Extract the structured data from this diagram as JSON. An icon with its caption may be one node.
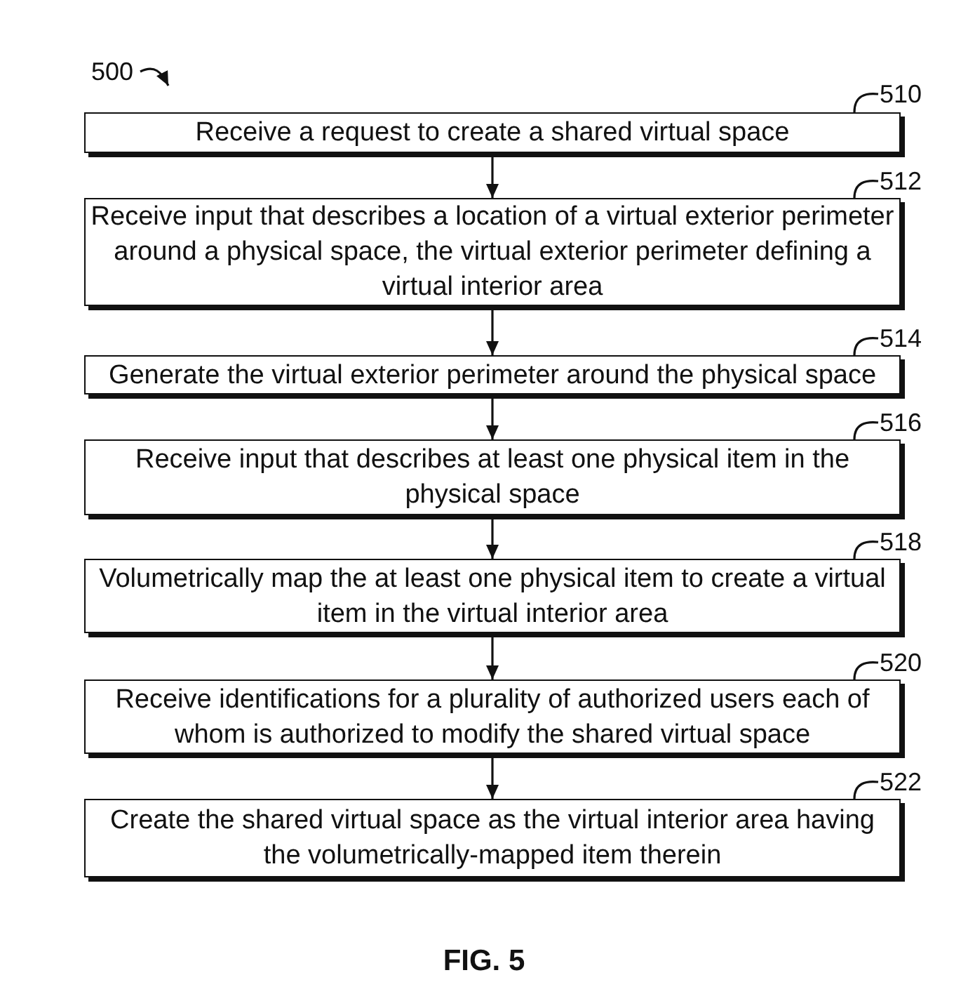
{
  "diagram": {
    "caption": "FIG. 5",
    "nodes": [
      {
        "text": [
          "500"
        ]
      },
      {
        "text": [
          "510"
        ]
      },
      {
        "text": [
          "Receive a request to create a shared virtual space"
        ]
      },
      {
        "text": [
          "512"
        ]
      },
      {
        "text": [
          "Receive input that describes a location of a virtual exterior perimeter around a physical space, the virtual exterior perimeter defining a virtual interior area"
        ]
      },
      {
        "text": [
          "514"
        ]
      },
      {
        "text": [
          "Generate the virtual exterior perimeter around the physical space"
        ]
      },
      {
        "text": [
          "516"
        ]
      },
      {
        "text": [
          "Receive input that describes at least one physical item in the physical space"
        ]
      },
      {
        "text": [
          "518"
        ]
      },
      {
        "text": [
          "Volumetrically map the at least one physical item to create a virtual item in the virtual interior area"
        ]
      },
      {
        "text": [
          "520"
        ]
      },
      {
        "text": [
          "Receive identifications for a plurality of authorized users each of whom is authorized to modify the shared virtual space"
        ]
      },
      {
        "text": [
          "522"
        ]
      },
      {
        "text": [
          "Create the shared virtual space as the virtual interior area having the volumetrically-mapped item therein"
        ]
      }
    ],
    "edges": [
      {
        "from": 0,
        "to": null,
        "arrow": "to"
      },
      {
        "from": 1,
        "to": 2,
        "arrow": "none"
      },
      {
        "from": 2,
        "to": 4,
        "arrow": "to"
      },
      {
        "from": 3,
        "to": 4,
        "arrow": "none"
      },
      {
        "from": 4,
        "to": 6,
        "arrow": "to"
      },
      {
        "from": 5,
        "to": 6,
        "arrow": "none"
      },
      {
        "from": 6,
        "to": 8,
        "arrow": "to"
      },
      {
        "from": 7,
        "to": 8,
        "arrow": "none"
      },
      {
        "from": 8,
        "to": 10,
        "arrow": "to"
      },
      {
        "from": 9,
        "to": 10,
        "arrow": "none"
      },
      {
        "from": 10,
        "to": 12,
        "arrow": "to"
      },
      {
        "from": 11,
        "to": 12,
        "arrow": "none"
      },
      {
        "from": 12,
        "to": 14,
        "arrow": "to"
      },
      {
        "from": 13,
        "to": 14,
        "arrow": "none"
      }
    ]
  }
}
